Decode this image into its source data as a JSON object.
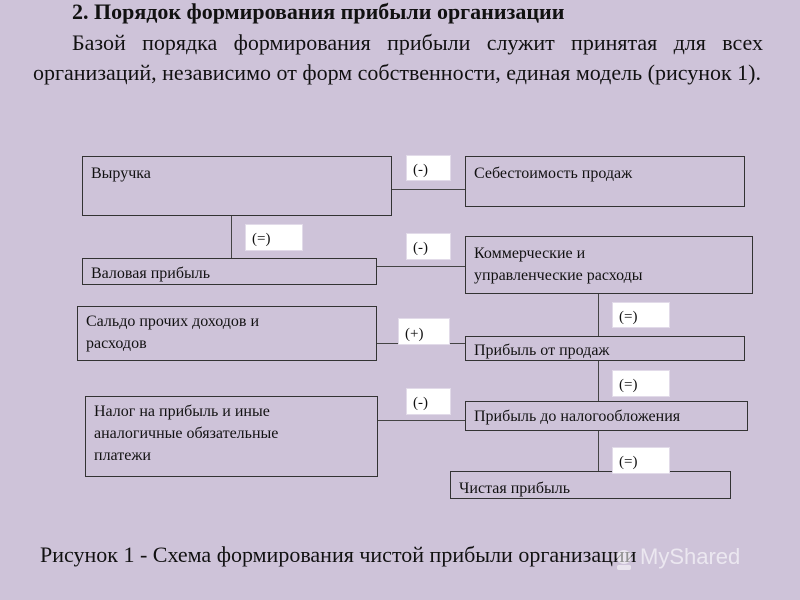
{
  "heading": "2. Порядок формирования прибыли организации",
  "intro": "Базой порядка формирования прибыли служит принятая для всех организаций, независимо от форм собственности, единая модель (рисунок 1).",
  "diagram": {
    "revenue": "Выручка",
    "cost_of_sales": "Себестоимость продаж",
    "gross_profit": "Валовая прибыль",
    "selling_admin_1": "Коммерческие и",
    "selling_admin_2": "управленческие расходы",
    "other_balance_1": "Сальдо прочих доходов и",
    "other_balance_2": "расходов",
    "sales_profit": "Прибыль от продаж",
    "tax_1": "Налог на прибыль и иные",
    "tax_2": "аналогичные обязательные",
    "tax_3": "платежи",
    "pretax_profit": "Прибыль до налогообложения",
    "net_profit": "Чистая прибыль",
    "op_minus": "(-)",
    "op_equals": "(=)",
    "op_plus": "(+)"
  },
  "caption": "Рисунок 1 - Схема формирования чистой прибыли организации",
  "watermark": "MyShared",
  "icon": "watermark-logo-icon"
}
